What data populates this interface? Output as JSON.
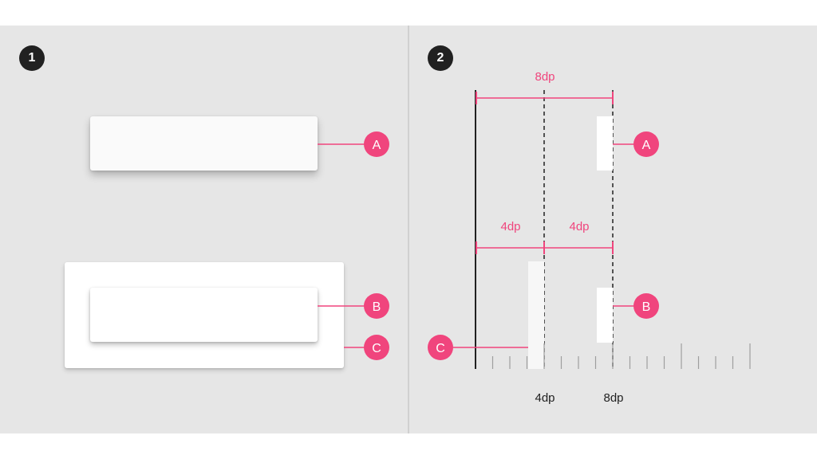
{
  "panel1": {
    "step_number": "1",
    "callouts": {
      "a": "A",
      "b": "B",
      "c": "C"
    }
  },
  "panel2": {
    "step_number": "2",
    "callouts": {
      "a": "A",
      "b": "B",
      "c": "C"
    },
    "dimensions": {
      "top_span": "8dp",
      "left_span": "4dp",
      "right_span": "4dp"
    },
    "axis_labels": {
      "mark1": "4dp",
      "mark2": "8dp"
    }
  },
  "colors": {
    "accent": "#f0457d",
    "panel_bg": "#e6e6e6",
    "badge_dark": "#212121",
    "card": "#fafafa"
  }
}
